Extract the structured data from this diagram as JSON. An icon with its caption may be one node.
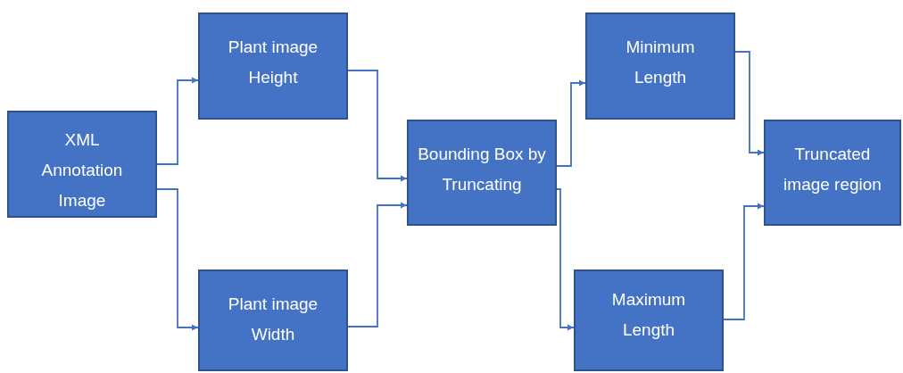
{
  "diagram": {
    "nodes": [
      {
        "text": [
          "XML Annotation Image"
        ]
      },
      {
        "text": [
          "Plant image Height"
        ]
      },
      {
        "text": [
          "Plant image Width"
        ]
      },
      {
        "text": [
          "Bounding Box by Truncating"
        ]
      },
      {
        "text": [
          "Minimum Length"
        ]
      },
      {
        "text": [
          "Maximum Length"
        ]
      },
      {
        "text": [
          "Truncated image region"
        ]
      }
    ],
    "edges": [
      {
        "from": 0,
        "to": 1,
        "arrow": "to"
      },
      {
        "from": 0,
        "to": 2,
        "arrow": "to"
      },
      {
        "from": 1,
        "to": 3,
        "arrow": "to"
      },
      {
        "from": 2,
        "to": 3,
        "arrow": "to"
      },
      {
        "from": 3,
        "to": 4,
        "arrow": "to"
      },
      {
        "from": 3,
        "to": 5,
        "arrow": "to"
      },
      {
        "from": 4,
        "to": 6,
        "arrow": "to"
      },
      {
        "from": 5,
        "to": 6,
        "arrow": "to"
      }
    ]
  }
}
